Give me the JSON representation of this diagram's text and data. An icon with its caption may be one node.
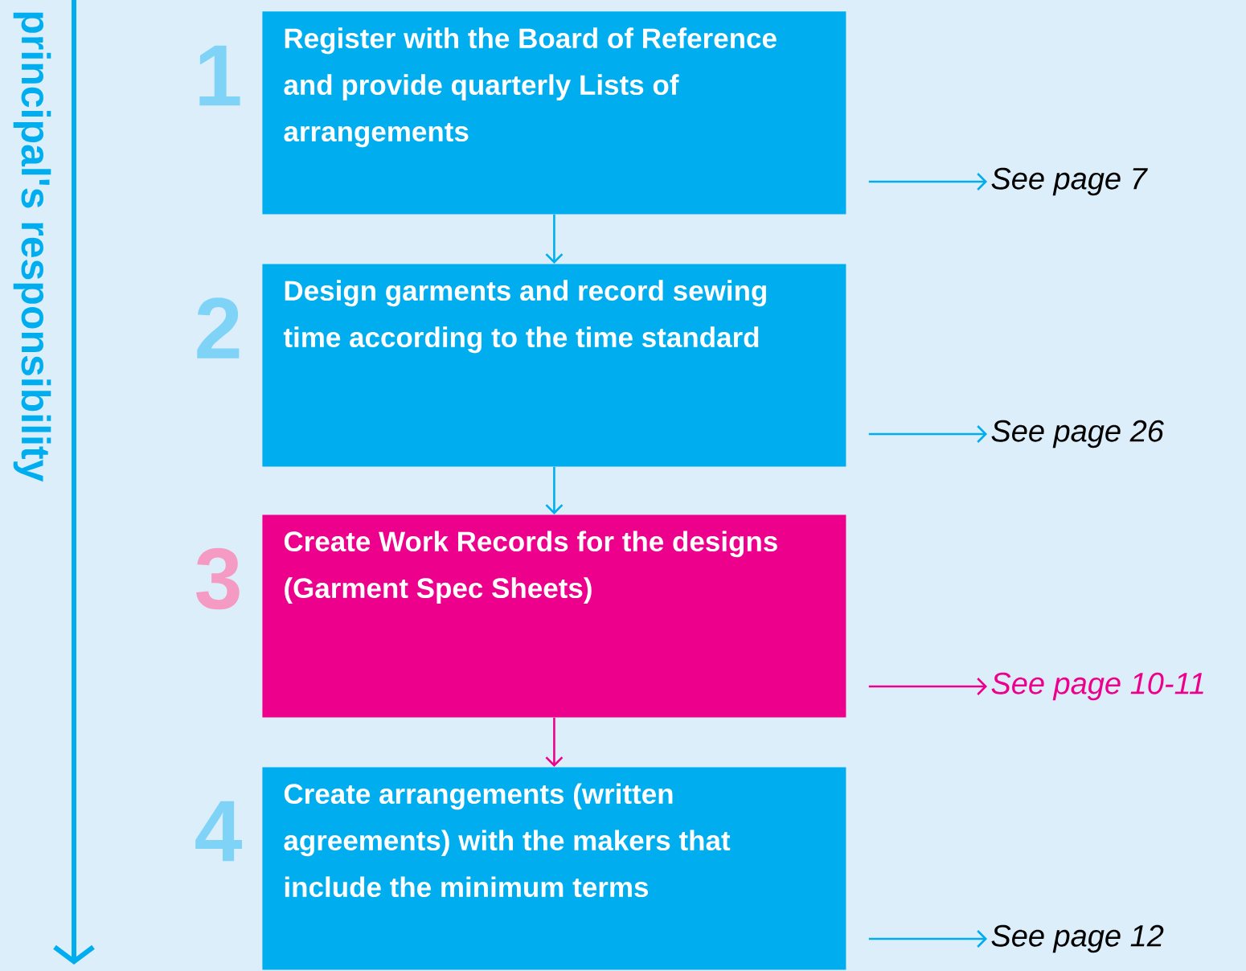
{
  "diagram": {
    "nodes": [
      {
        "text": [
          "Register with the Board of Reference and provide quarterly Lists of arrangements"
        ],
        "beside": [
          "1"
        ]
      },
      {
        "text": [
          "Design garments and record sewing time according to the time standard"
        ],
        "beside": [
          "2"
        ]
      },
      {
        "text": [
          "Create Work Records for the designs (Garment Spec Sheets)"
        ],
        "beside": [
          "3"
        ]
      },
      {
        "text": [
          "Create arrangements (written agreements) with the makers that include the minimum terms"
        ],
        "beside": [
          "4"
        ]
      },
      {
        "text": [
          "See page 7"
        ]
      },
      {
        "text": [
          "See page 26"
        ]
      },
      {
        "text": [
          "See page 10-11"
        ]
      },
      {
        "text": [
          "See page 12"
        ]
      }
    ],
    "edges": [
      {
        "from": 0,
        "to": 1,
        "arrow": "to"
      },
      {
        "from": 1,
        "to": 2,
        "arrow": "to"
      },
      {
        "from": 2,
        "to": 3,
        "arrow": "to",
        "color": "#ec008c"
      },
      {
        "from": 0,
        "to": 4,
        "arrow": "to"
      },
      {
        "from": 1,
        "to": 5,
        "arrow": "to"
      },
      {
        "from": 2,
        "to": 6,
        "arrow": "to",
        "color": "#ec008c"
      },
      {
        "from": 3,
        "to": 7,
        "arrow": "to"
      }
    ],
    "labels": [
      "principal's responsibility"
    ]
  }
}
